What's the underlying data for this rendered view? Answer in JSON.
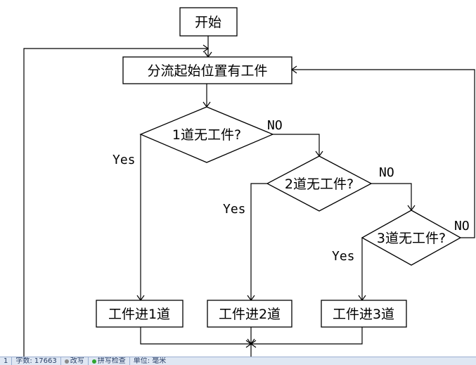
{
  "nodes": {
    "start": "开始",
    "check_start": "分流起始位置有工件",
    "dec1": "1道无工件?",
    "dec2": "2道无工件?",
    "dec3": "3道无工件?",
    "lane1": "工件进1道",
    "lane2": "工件进2道",
    "lane3": "工件进3道"
  },
  "edges": {
    "yes": "Yes",
    "no": "NO"
  },
  "statusbar": {
    "page": "1",
    "word_count": "字数: 17663",
    "overwrite": "改写",
    "spell_check": "拼写检查",
    "unit": "单位: 毫米",
    "spell_dot_color": "#2fa52f",
    "overwrite_dot_color": "#8a8a8a"
  }
}
